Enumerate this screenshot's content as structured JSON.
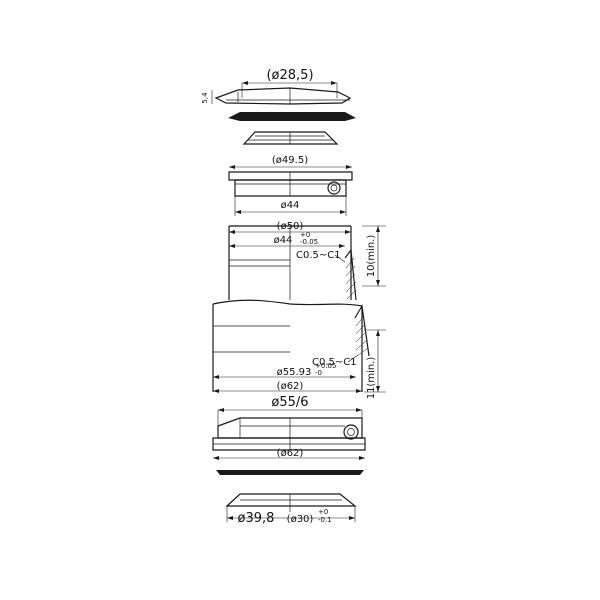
{
  "dimensions": {
    "top_cap_bore": "(ø28,5)",
    "top_cap_height_mark": "5,4",
    "upper_bearing_seat": "(ø49.5)",
    "upper_bearing_od": "ø44",
    "upper_cup_od": "(ø50)",
    "upper_cup_bore_main": "ø44",
    "upper_cup_bore_tol_upper": "+0",
    "upper_cup_bore_tol_lower": "-0.05",
    "upper_chamfer": "C0.5~C1",
    "upper_depth": "10(min.)",
    "lower_chamfer": "C0.5~C1",
    "lower_bore_main": "ø55.93",
    "lower_bore_tol_upper": "+0.05",
    "lower_bore_tol_lower": "-0",
    "lower_cup_od": "(ø62)",
    "lower_depth": "11(min.)",
    "lower_bearing_size": "ø55/6",
    "lower_cup_seat": "(ø62)",
    "crown_race_od": "ø39,8",
    "crown_race_bore": "(ø30)",
    "crown_race_tol_upper": "+0",
    "crown_race_tol_lower": "-0.1"
  }
}
